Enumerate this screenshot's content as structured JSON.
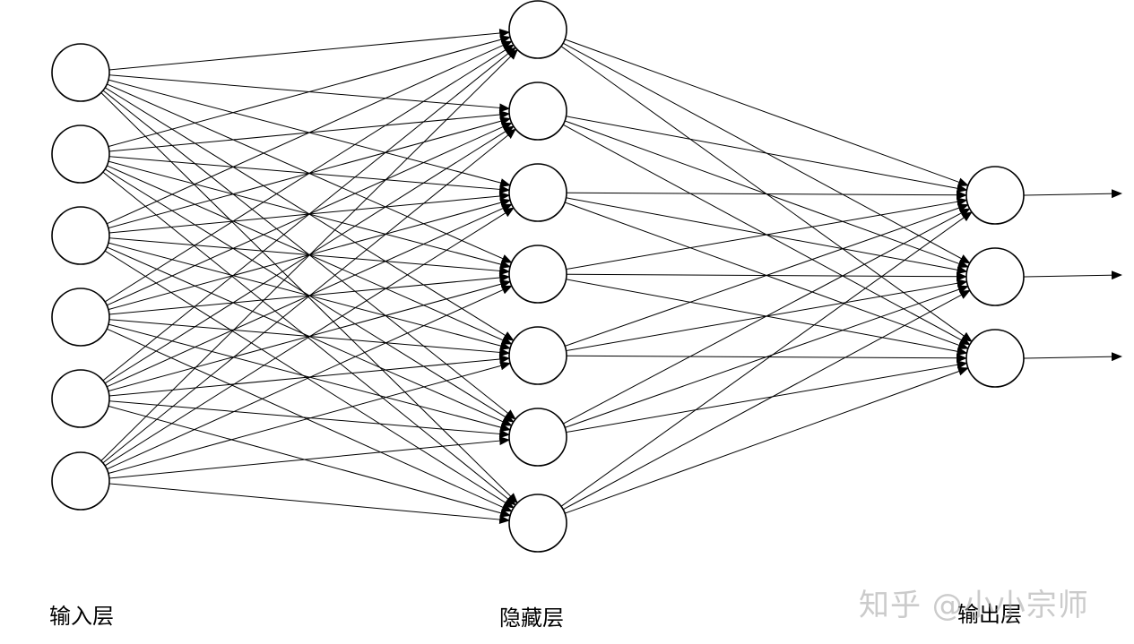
{
  "layers": {
    "input": {
      "label": "输入层",
      "node_count": 6
    },
    "hidden": {
      "label": "隐藏层",
      "node_count": 7
    },
    "output": {
      "label": "输出层",
      "node_count": 3
    }
  },
  "connections": "fully-connected",
  "outputs_have_arrows": true,
  "colors": {
    "stroke": "#000000",
    "node_fill": "#ffffff",
    "watermark": "#a0a0a0"
  },
  "watermark": {
    "text": "知乎 @小小宗师"
  }
}
